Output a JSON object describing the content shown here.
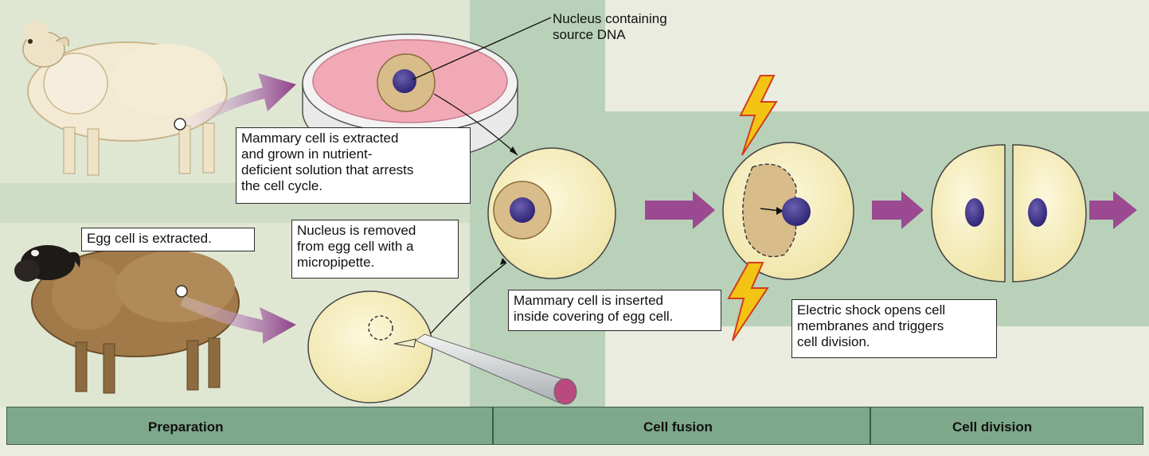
{
  "labels": {
    "nucleus_source": "Nucleus containing\nsource DNA",
    "mammary_extracted": "Mammary cell is extracted\nand grown in nutrient-\ndeficient solution that arrests\nthe cell cycle.",
    "egg_extracted": "Egg cell is extracted.",
    "nucleus_removed": "Nucleus is removed\nfrom egg cell with a\nmicropipette.",
    "mammary_inserted": "Mammary cell is inserted\ninside covering of egg cell.",
    "electric_shock": "Electric shock opens cell\nmembranes and triggers\ncell division."
  },
  "stages": {
    "preparation": "Preparation",
    "cell_fusion": "Cell fusion",
    "cell_division": "Cell division"
  },
  "colors": {
    "page_background": "#e9ecdf",
    "bar_fill": "#7ea88a",
    "arrow": "#9b4a92",
    "cell_fill": "#f7f1c4",
    "cytoplasm": "#d8bd8a",
    "nucleus": "#3b2f83",
    "dish_medium": "#f2a9b6",
    "lightning": "#f4c414"
  },
  "icons": [
    "white-sheep-icon",
    "black-faced-sheep-icon",
    "petri-dish-icon",
    "micropipette-icon",
    "lightning-icon",
    "process-arrow-icon"
  ]
}
